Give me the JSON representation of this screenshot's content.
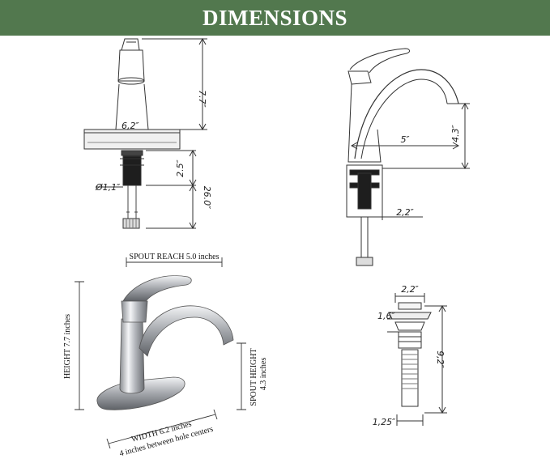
{
  "header": {
    "title": "DIMENSIONS"
  },
  "front_view": {
    "height_label": "7.7″",
    "width_label": "6,2″",
    "shank_label": "2.5″",
    "hose_label": "26.0″",
    "diameter_label": "Ø1,1″"
  },
  "side_view": {
    "reach_label": "5″",
    "spout_height_label": "4.3″",
    "base_label": "2,2″"
  },
  "drain_view": {
    "cap_label": "2,2″",
    "flange_label": "1,6″",
    "length_label": "9,2″",
    "tail_label": "1,25″"
  },
  "photo_labels": {
    "spout_reach": "SPOUT REACH 5.0 inches",
    "height": "HEIGHT 7.7 inches",
    "spout_height": "SPOUT HEIGHT",
    "spout_height_value": "4.3 inches",
    "width": "WIDTH 6.2 inches",
    "width_note": "4 inches between hole centers"
  },
  "colors": {
    "banner": "#52784e",
    "line": "#333333"
  }
}
